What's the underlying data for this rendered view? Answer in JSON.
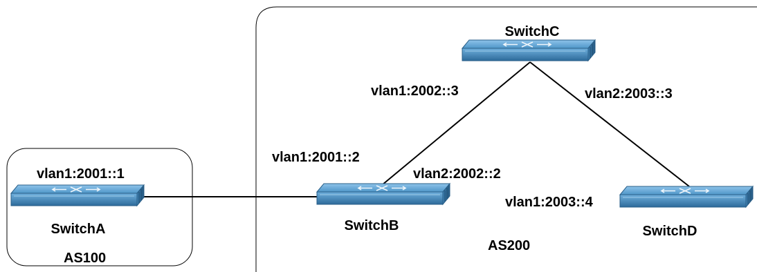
{
  "colors": {
    "line": "#000000",
    "background": "#ffffff",
    "switch_top": "#4f96c8",
    "switch_front": "#3f82b4",
    "switch_side": "#2f6f9f",
    "switch_highlight": "#a9d2ee"
  },
  "switches": {
    "a": {
      "name": "SwitchA",
      "icon": "network-switch-icon"
    },
    "b": {
      "name": "SwitchB",
      "icon": "network-switch-icon"
    },
    "c": {
      "name": "SwitchC",
      "icon": "network-switch-icon"
    },
    "d": {
      "name": "SwitchD",
      "icon": "network-switch-icon"
    }
  },
  "interfaces": {
    "a_vlan1": "vlan1:2001::1",
    "b_vlan1": "vlan1:2001::2",
    "b_vlan2": "vlan2:2002::2",
    "c_vlan1": "vlan1:2002::3",
    "c_vlan2": "vlan2:2003::3",
    "d_vlan1": "vlan1:2003::4"
  },
  "autonomous_systems": {
    "as100": "AS100",
    "as200": "AS200"
  },
  "links": [
    {
      "from": "a",
      "to": "b"
    },
    {
      "from": "b",
      "to": "c"
    },
    {
      "from": "c",
      "to": "d"
    }
  ]
}
